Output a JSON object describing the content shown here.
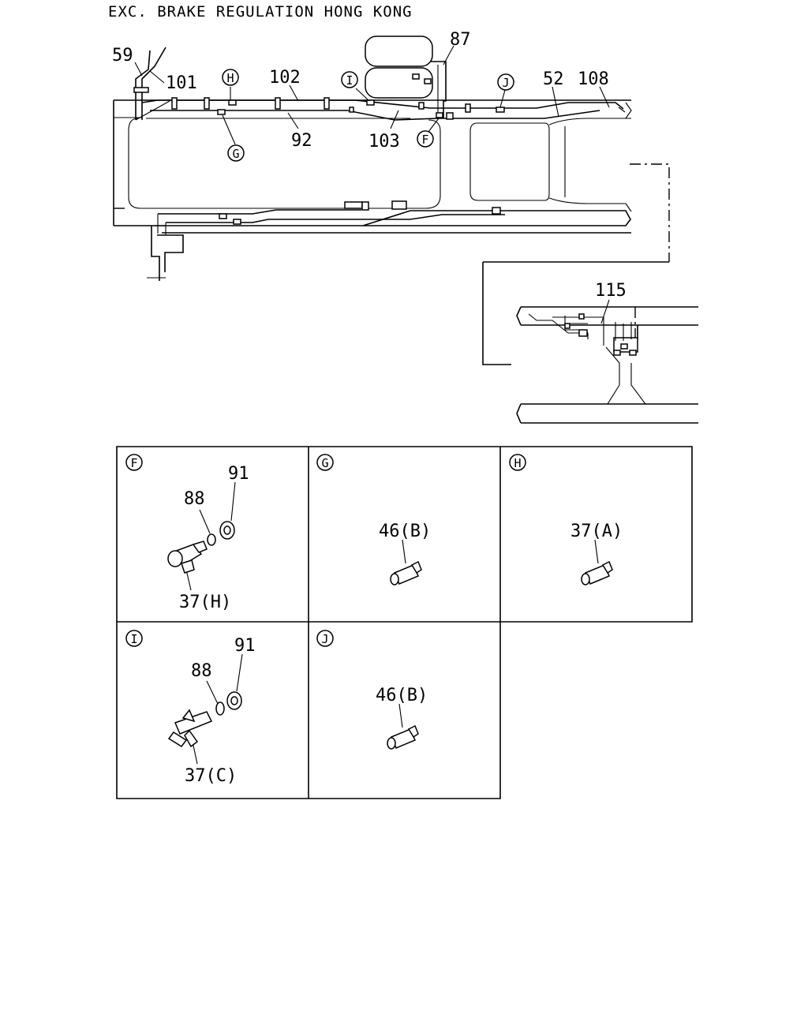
{
  "title": "EXC. BRAKE REGULATION HONG KONG",
  "callouts": {
    "c59": "59",
    "c101": "101",
    "c102": "102",
    "c87": "87",
    "c52": "52",
    "c108": "108",
    "c92": "92",
    "c103": "103",
    "c115": "115"
  },
  "markers": {
    "H": "H",
    "I": "I",
    "J": "J",
    "G": "G",
    "F": "F"
  },
  "detail_panels": [
    {
      "marker": "F",
      "labels": [
        "91",
        "88",
        "37(H)"
      ]
    },
    {
      "marker": "G",
      "labels": [
        "46(B)"
      ]
    },
    {
      "marker": "H",
      "labels": [
        "37(A)"
      ]
    },
    {
      "marker": "I",
      "labels": [
        "91",
        "88",
        "37(C)"
      ]
    },
    {
      "marker": "J",
      "labels": [
        "46(B)"
      ]
    }
  ]
}
